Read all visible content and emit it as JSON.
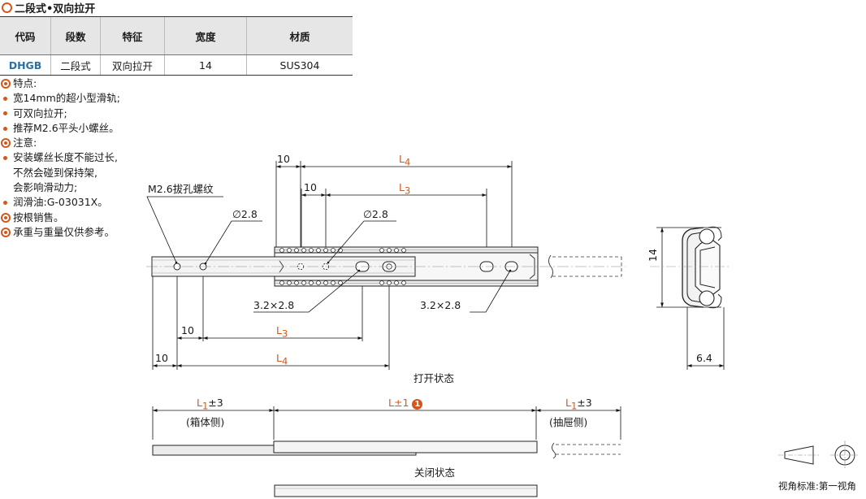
{
  "section_title": "二段式•双向拉开",
  "table": {
    "headers": [
      "代码",
      "段数",
      "特征",
      "宽度",
      "材质"
    ],
    "row": [
      "DHGB",
      "二段式",
      "双向拉开",
      "14",
      "SUS304"
    ]
  },
  "notes": {
    "features_heading": "特点:",
    "features": [
      "宽14mm的超小型滑轨;",
      "可双向拉开;",
      "推荐M2.6平头小螺丝。"
    ],
    "caution_heading": "注意:",
    "caution_lines": [
      "安装螺丝长度不能过长,",
      "不然会碰到保持架,",
      "会影响滑动力;"
    ],
    "lubricant": "润滑油:G-03031X。",
    "sale": "按根销售。",
    "load": "承重与重量仅供参考。"
  },
  "drawing": {
    "dim_10_a": "10",
    "dim_L4_top": "L",
    "dim_L4_top_sub": "4",
    "dim_10_b": "10",
    "dim_L3_top": "L",
    "dim_L3_top_sub": "3",
    "screw_label": "M2.6拔孔螺纹",
    "hole_left": "∅2.8",
    "hole_mid": "∅2.8",
    "slot_left": "3.2×2.8",
    "slot_right": "3.2×2.8",
    "dim_10_c": "10",
    "dim_L3_bot": "L",
    "dim_L3_bot_sub": "3",
    "dim_10_d": "10",
    "dim_L4_bot": "L",
    "dim_L4_bot_sub": "4",
    "section_height": "14",
    "section_width": "6.4",
    "open_state": "打开状态",
    "closed_state": "关闭状态",
    "L1_left": "L",
    "L1_left_sub": "1",
    "L1_left_tol": "±3",
    "L_mid": "L±1",
    "L_mid_badge": "1",
    "L1_right": "L",
    "L1_right_sub": "1",
    "L1_right_tol": "±3",
    "cabinet_side": "(箱体侧)",
    "drawer_side": "(抽屉侧)",
    "projection": "视角标准:第一视角"
  },
  "colors": {
    "accent": "#d2581f",
    "code_blue": "#2f6fa0",
    "header_bg": "#e6e6e6"
  }
}
